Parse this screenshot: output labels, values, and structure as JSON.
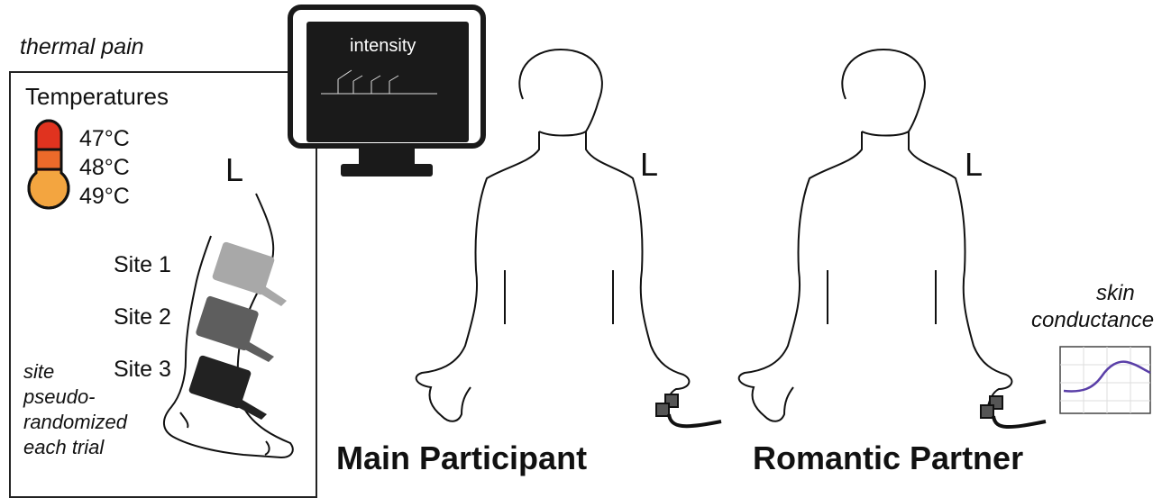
{
  "thermal_pain_label": "thermal pain",
  "temperatures": {
    "title": "Temperatures",
    "values": [
      "47°C",
      "48°C",
      "49°C"
    ]
  },
  "leg_side_label": "L",
  "sites": [
    "Site 1",
    "Site 2",
    "Site 3"
  ],
  "site_note": [
    "site",
    "pseudo-",
    "randomized",
    "each trial"
  ],
  "monitor": {
    "title": "intensity"
  },
  "participants": [
    {
      "label": "Main Participant",
      "side": "L"
    },
    {
      "label": "Romantic Partner",
      "side": "L"
    }
  ],
  "skin_conductance": [
    "skin",
    "conductance"
  ],
  "colors": {
    "thermo_top": "#e0331f",
    "thermo_mid": "#ec6a2a",
    "thermo_bottom": "#f3a540",
    "probe_light": "#a8a8a8",
    "probe_mid": "#5e5e5e",
    "probe_dark": "#222222",
    "conductance_line": "#5a3fa8"
  }
}
